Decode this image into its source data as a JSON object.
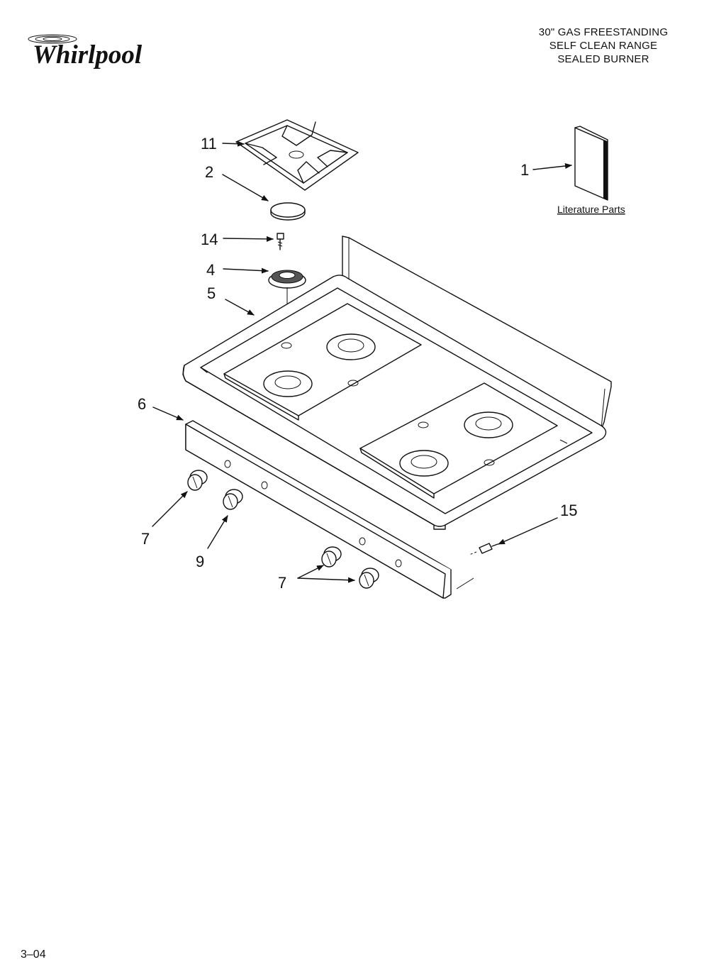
{
  "brand": {
    "logo_text": "Whirlpool"
  },
  "title": {
    "line1": "30\" GAS FREESTANDING",
    "line2": "SELF CLEAN RANGE",
    "line3": "SEALED BURNER"
  },
  "literature": {
    "caption": "Literature Parts"
  },
  "callouts": {
    "grate": "11",
    "cap": "2",
    "screw": "14",
    "burner": "4",
    "cooktop": "5",
    "literature": "1",
    "panel": "6",
    "knob_left": "7",
    "knob_center": "9",
    "knob_pair": "7",
    "screw_side": "15"
  },
  "footer": {
    "page_code": "3–04"
  }
}
